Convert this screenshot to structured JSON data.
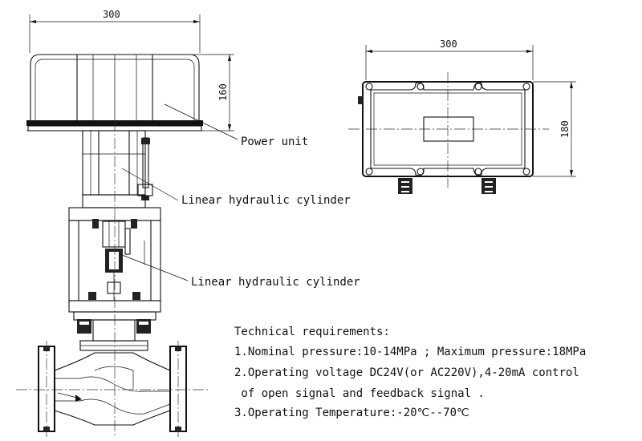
{
  "dimensions": {
    "front_width": "300",
    "front_height": "160",
    "top_width": "300",
    "top_height": "180"
  },
  "callouts": {
    "power_unit": "Power unit",
    "cylinder_upper": "Linear hydraulic cylinder",
    "cylinder_lower": "Linear hydraulic cylinder"
  },
  "technical": {
    "title": "Technical requirements:",
    "line1": "1.Nominal pressure:10-14MPa ; Maximum pressure:18MPa",
    "line2": "2.Operating voltage DC24V(or AC220V),4-20mA control",
    "line3": " of open signal and feedback signal .",
    "line4": "3.Operating Temperature:-20℃--70℃"
  }
}
